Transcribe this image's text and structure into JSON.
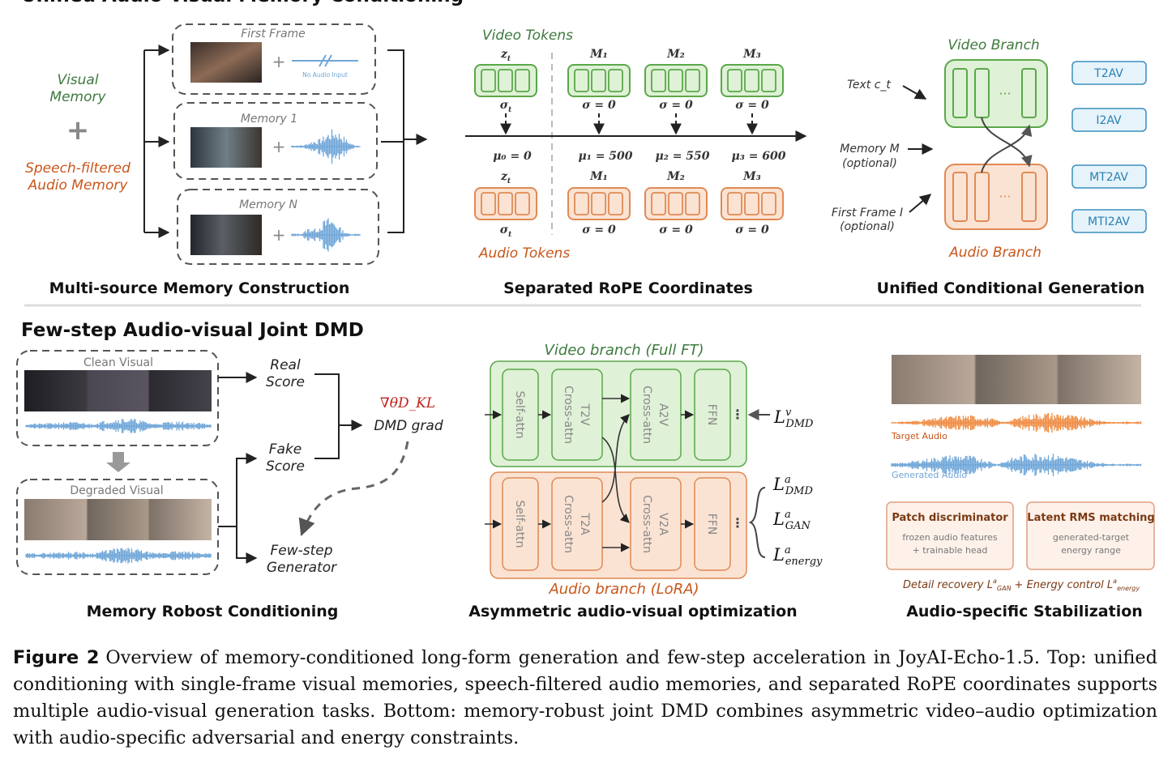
{
  "top": {
    "section_title": "Unified Audio-visual Memory Conditioning",
    "memory": {
      "visual_memory": [
        "Visual",
        "Memory"
      ],
      "plus": "+",
      "audio_memory": [
        "Speech-filtered",
        "Audio Memory"
      ],
      "frames": [
        {
          "label": "First Frame",
          "audio_note": "No Audio Input"
        },
        {
          "label": "Memory 1"
        },
        {
          "label": "Memory N"
        }
      ],
      "caption": "Multi-source Memory Construction"
    },
    "rope": {
      "video_label": "Video Tokens",
      "audio_label": "Audio Tokens",
      "columns": [
        {
          "head": "z_t",
          "video_sigma": "σ_t",
          "mu": "μ₀ = 0",
          "audio_head": "z_t",
          "audio_sigma": "σ_t"
        },
        {
          "head": "M₁",
          "video_sigma": "σ = 0",
          "mu": "μ₁ = 500",
          "audio_head": "M₁",
          "audio_sigma": "σ = 0"
        },
        {
          "head": "M₂",
          "video_sigma": "σ = 0",
          "mu": "μ₂ = 550",
          "audio_head": "M₂",
          "audio_sigma": "σ = 0"
        },
        {
          "head": "M₃",
          "video_sigma": "σ = 0",
          "mu": "μ₃ = 600",
          "audio_head": "M₃",
          "audio_sigma": "σ = 0"
        }
      ],
      "caption": "Separated RoPE Coordinates"
    },
    "unified": {
      "video_branch": "Video Branch",
      "audio_branch": "Audio Branch",
      "dots": "···",
      "inputs": [
        {
          "line1": "Text c_t",
          "line2": ""
        },
        {
          "line1": "Memory M",
          "line2": "(optional)"
        },
        {
          "line1": "First Frame I",
          "line2": "(optional)"
        }
      ],
      "tasks": [
        "T2AV",
        "I2AV",
        "MT2AV",
        "MTI2AV"
      ],
      "caption": "Unified Conditional Generation"
    }
  },
  "bottom": {
    "section_title": "Few-step Audio-visual Joint DMD",
    "robust": {
      "clean_label": "Clean Visual",
      "degraded_label": "Degraded Visual",
      "real_score": [
        "Real",
        "Score"
      ],
      "fake_score": [
        "Fake",
        "Score"
      ],
      "grad_symbol": "∇θD_KL",
      "grad_label": "DMD grad",
      "generator": [
        "Few-step",
        "Generator"
      ],
      "caption": "Memory Robost Conditioning"
    },
    "asym": {
      "video_title": "Video branch (Full FT)",
      "audio_title": "Audio branch (LoRA)",
      "video_blocks": [
        "Self-attn",
        "Cross-attn",
        "T2V",
        "Cross-attn",
        "A2V",
        "FFN"
      ],
      "audio_blocks": [
        "Self-attn",
        "Cross-attn",
        "T2A",
        "Cross-attn",
        "V2A",
        "FFN"
      ],
      "loss_video": {
        "base": "L",
        "sup": "v",
        "sub": "DMD"
      },
      "loss_audio": [
        {
          "base": "L",
          "sup": "a",
          "sub": "DMD"
        },
        {
          "base": "L",
          "sup": "a",
          "sub": "GAN"
        },
        {
          "base": "L",
          "sup": "a",
          "sub": "energy"
        }
      ],
      "caption": "Asymmetric audio-visual optimization"
    },
    "stab": {
      "target_audio": "Target Audio",
      "generated_audio": "Generated Audio",
      "patch_title": "Patch discriminator",
      "patch_lines": [
        "frozen audio features",
        "+ trainable head"
      ],
      "rms_title": "Latent RMS matching",
      "rms_lines": [
        "generated-target",
        "energy range"
      ],
      "bottom_note_a": "Detail recovery L",
      "bottom_note_b": "+ Energy control L",
      "caption": "Audio-specific Stabilization"
    }
  },
  "figure_caption": {
    "label": "Figure 2",
    "text": "Overview of memory-conditioned long-form generation and few-step acceleration in JoyAI-Echo-1.5. Top: unified conditioning with single-frame visual memories, speech-filtered audio memories, and separated RoPE coordinates supports multiple audio-visual generation tasks. Bottom: memory-robust joint DMD combines asymmetric video–audio optimization with audio-specific adversarial and energy constraints."
  },
  "colors": {
    "green_text": "#3d7a3d",
    "green_fill": "#dff1d6",
    "green_stroke": "#5aa84a",
    "orange_text": "#c9561a",
    "orange_fill": "#fbe3d3",
    "orange_stroke": "#e08a55",
    "blue_wave": "#6fa6d8",
    "orange_wave": "#ef8d45",
    "red": "#c0221e"
  }
}
